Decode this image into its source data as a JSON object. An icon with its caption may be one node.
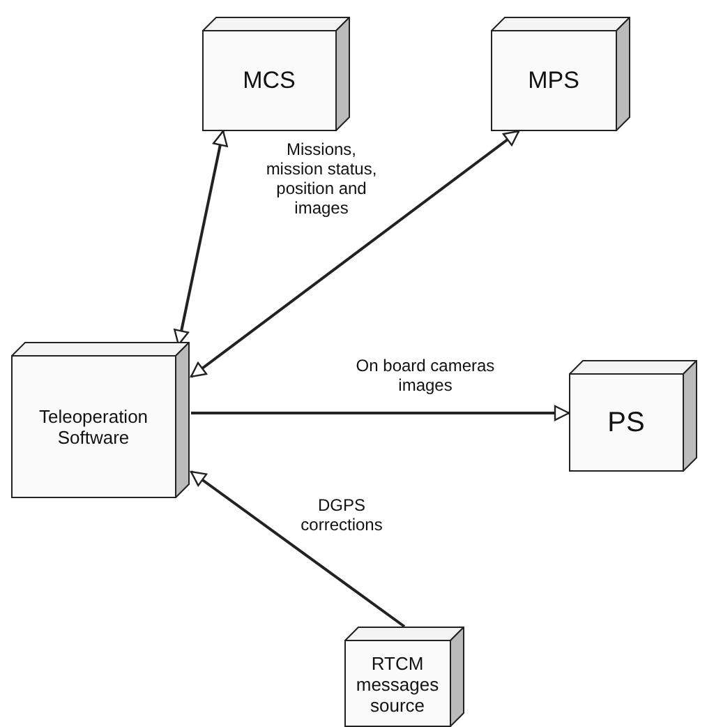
{
  "diagram": {
    "nodes": [
      {
        "text": [
          "MCS"
        ]
      },
      {
        "text": [
          "MPS"
        ]
      },
      {
        "text": [
          "Teleoperation Software"
        ]
      },
      {
        "text": [
          "PS"
        ]
      },
      {
        "text": [
          "RTCM messages source"
        ]
      }
    ],
    "edges": [
      {
        "from": 0,
        "to": 2,
        "arrow": "both",
        "label": "Missions, mission status, position and images"
      },
      {
        "from": 1,
        "to": 2,
        "arrow": "both"
      },
      {
        "from": 2,
        "to": 3,
        "arrow": "to",
        "label": "On board cameras images"
      },
      {
        "from": 4,
        "to": 2,
        "arrow": "to",
        "label": "DGPS corrections"
      }
    ]
  }
}
